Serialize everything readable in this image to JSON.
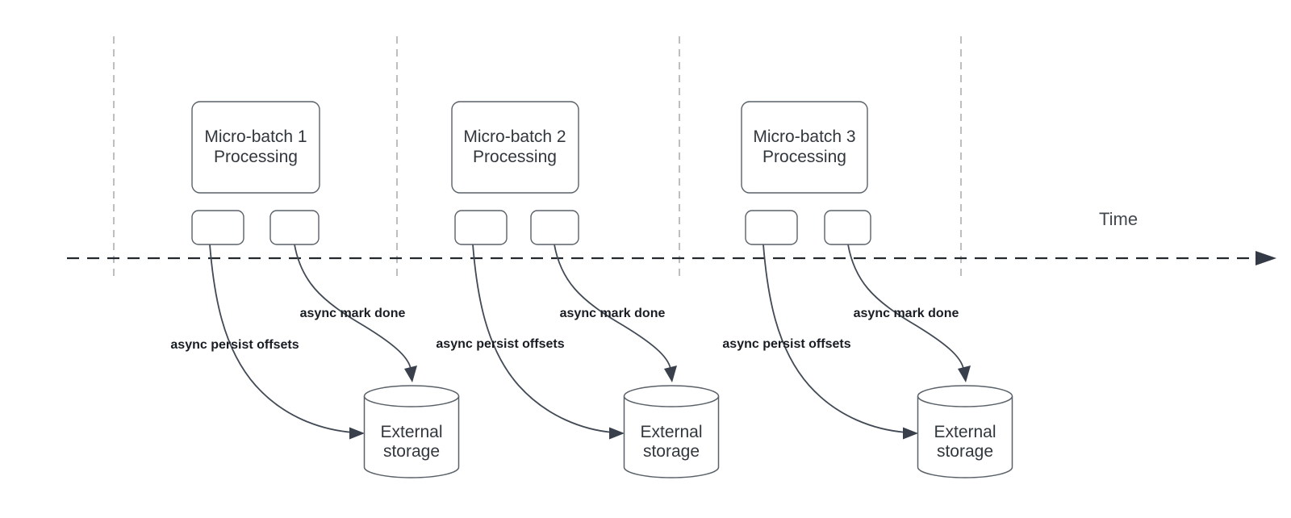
{
  "diagram": {
    "time_label": "Time",
    "groups": [
      {
        "box_title": "Micro-batch 1\nProcessing",
        "persist_label": "async persist offsets",
        "done_label": "async mark done",
        "storage_label": "External\nstorage"
      },
      {
        "box_title": "Micro-batch 2\nProcessing",
        "persist_label": "async persist offsets",
        "done_label": "async mark done",
        "storage_label": "External\nstorage"
      },
      {
        "box_title": "Micro-batch 3\nProcessing",
        "persist_label": "async persist offsets",
        "done_label": "async mark done",
        "storage_label": "External\nstorage"
      }
    ],
    "colors": {
      "stroke": "#5a6169",
      "curve": "#424a55",
      "timeline": "#23272e",
      "guide": "#a6aaae",
      "text": "#32373d",
      "label": "#191d23",
      "canvas": "#ffffff"
    }
  }
}
